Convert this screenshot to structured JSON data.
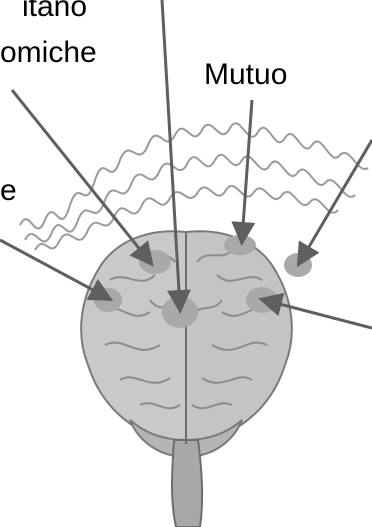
{
  "labels": {
    "top_left_line1": "itano",
    "top_left_line2": "omiche",
    "top_right": "Mutuo",
    "left": "e"
  },
  "colors": {
    "text": "#000000",
    "arrow": "#5f5f5f",
    "brain_fill": "#c9c9c9",
    "brain_fold": "#8c8c8c",
    "waves": "#9a9a9a",
    "background": "#ffffff"
  }
}
